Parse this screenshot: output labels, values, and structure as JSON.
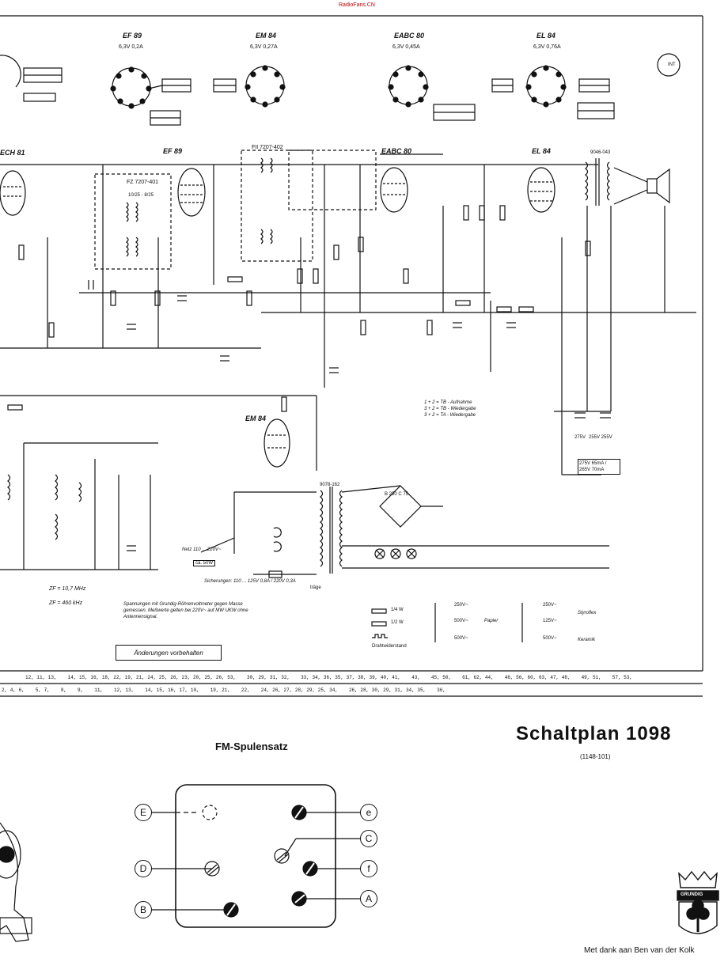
{
  "watermark": "RadioFans.CN",
  "tubes": [
    {
      "name": "EF 89",
      "heater": "6,3V 0,2A"
    },
    {
      "name": "EM 84",
      "heater": "6,3V 0,27A"
    },
    {
      "name": "EABC 80",
      "heater": "6,3V 0,45A"
    },
    {
      "name": "EL 84",
      "heater": "6,3V 0,76A"
    }
  ],
  "schematic_tubes": [
    "ECH 81",
    "EF 89",
    "EABC 80",
    "EL 84",
    "EM 84"
  ],
  "coil_labels": {
    "fz": "FZ 7207-401",
    "fz_ratio": "10/25 - 8/25",
    "fii": "FII 7207-402"
  },
  "transformers": {
    "output": "9046-043",
    "mains": "9078-162",
    "rectifier": "B 250 C 75"
  },
  "legend_switch": [
    "1 + 2 = TB - Aufnahme",
    "3 + 2 = TB - Wiedergabe",
    "3 + 2 = TA - Wiedergabe"
  ],
  "power_labels": {
    "mains_voltage": "Netz 110 ... 220V~",
    "fuse_label": "Sicherungen: 110 ... 125V 0,8A / 220V 0,3A",
    "ca": "ca. 50W",
    "slow_blow": "träge",
    "supply_left": "275V",
    "supply_right": "255V 255V",
    "supply_box": "275V 65mA / 265V 70mA"
  },
  "frequencies": [
    "ZF = 10,7 MHz",
    "ZF = 460 kHz"
  ],
  "measurement_note": "Spannungen mit Grundig-Röhrenvoltmeter gegen Masse gemessen. Meßwerte gelten bei 220V~ auf MW UKW ohne Antennensignal.",
  "changes_note": "Änderungen vorbehalten",
  "component_legend": {
    "resistors": [
      "1/4 W",
      "1/2 W",
      "Drahtwiderstand"
    ],
    "papier": [
      "250V~",
      "500V~",
      "500V~"
    ],
    "papier_label": "Papier",
    "styroflex": [
      "250V~",
      "125V~"
    ],
    "styroflex_label": "Styroflex",
    "keramik": "500V~",
    "keramik_label": "Keramik"
  },
  "position_rows": {
    "row1": [
      "12, 11, 13,",
      "14, 15, 16, 18, 22, 19, 21, 24, 25, 26, 23, 20, 25, 26, 53,",
      "30, 29, 31, 32,",
      "33, 34, 36, 35, 37, 38, 39, 40, 41,",
      "43,",
      "45, 50,",
      "61, 62, 44,",
      "46, 56, 60, 63, 47, 48,",
      "49, 51,",
      "57, 53,"
    ],
    "row2": [
      "2, 4, 6,",
      "5, 7,",
      "8,",
      "9,",
      "11,",
      "12, 13,",
      "14, 15, 16, 17, 10,",
      "19, 21,",
      "22,",
      "24, 26, 27, 28, 29, 25, 34,",
      "26, 28, 30, 29, 31, 34, 35,",
      "36,"
    ]
  },
  "title": "Schaltplan 1098",
  "title_sub": "(1148-101)",
  "fm_title": "FM-Spulensatz",
  "fm_pins_left": [
    "E",
    "D",
    "B"
  ],
  "fm_pins_right": [
    "e",
    "C",
    "f",
    "A"
  ],
  "credit": "Met dank aan Ben van der Kolk",
  "logo_text": "GRUNDIG",
  "int_mark": "INT"
}
